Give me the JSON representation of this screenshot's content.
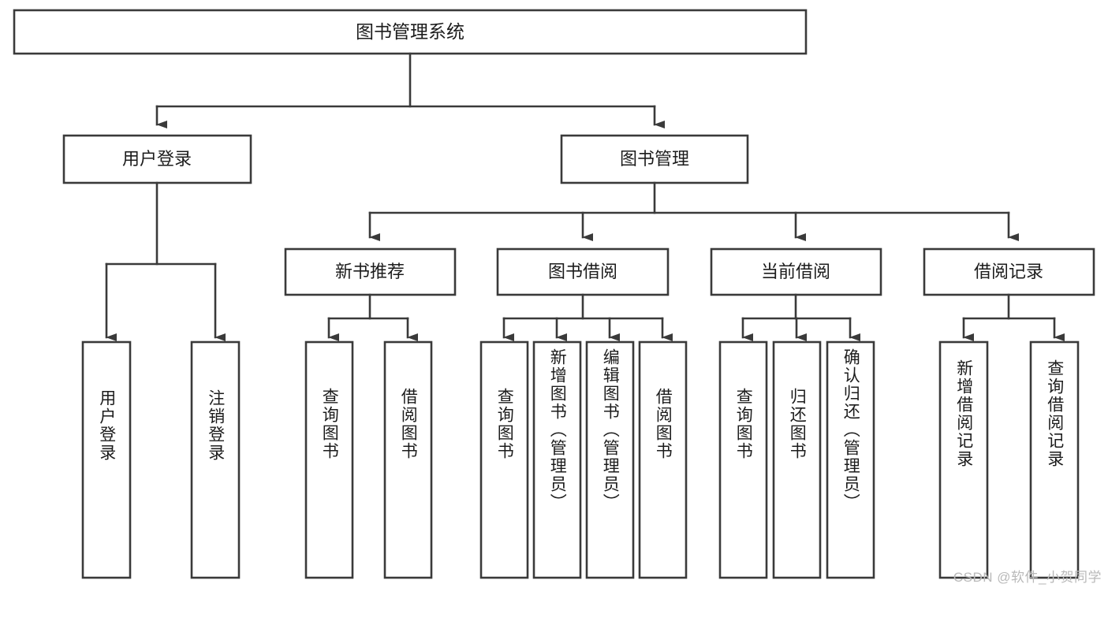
{
  "diagram": {
    "type": "tree",
    "title": "图书管理系统",
    "root": {
      "label": "图书管理系统"
    },
    "level2": [
      {
        "label": "用户登录"
      },
      {
        "label": "图书管理"
      }
    ],
    "level3": [
      {
        "label": "新书推荐"
      },
      {
        "label": "图书借阅"
      },
      {
        "label": "当前借阅"
      },
      {
        "label": "借阅记录"
      }
    ],
    "leaves": {
      "user_login": [
        {
          "label": "用户登录"
        },
        {
          "label": "注销登录"
        }
      ],
      "new_book_recommend": [
        {
          "label": "查询图书"
        },
        {
          "label": "借阅图书"
        }
      ],
      "book_borrow": [
        {
          "label": "查询图书"
        },
        {
          "label": "新增图书（管理员）"
        },
        {
          "label": "编辑图书（管理员）"
        },
        {
          "label": "借阅图书"
        }
      ],
      "current_borrow": [
        {
          "label": "查询图书"
        },
        {
          "label": "归还图书"
        },
        {
          "label": "确认归还（管理员）"
        }
      ],
      "borrow_record": [
        {
          "label": "新增借阅记录"
        },
        {
          "label": "查询借阅记录"
        }
      ]
    }
  },
  "watermark": {
    "text": "CSDN @软件_小贺同学"
  },
  "colors": {
    "stroke": "#3a3a3a",
    "box_fill": "#ffffff",
    "text": "#1c1c1c",
    "watermark": "#b9b9b9",
    "background": "#ffffff"
  }
}
